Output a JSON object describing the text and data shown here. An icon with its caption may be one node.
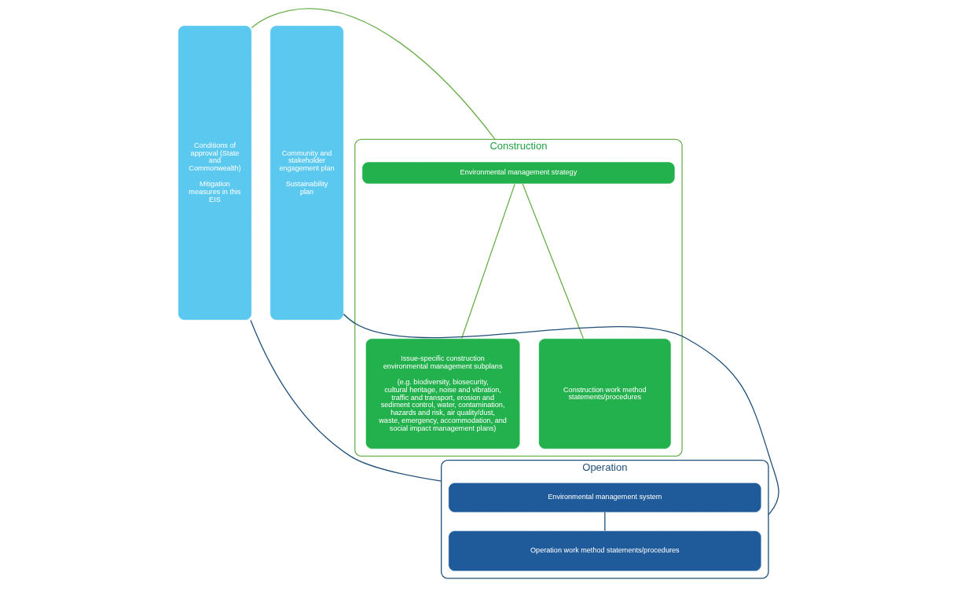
{
  "diagram": {
    "nodes": [
      {
        "text": [
          "Conditions of approval (State and Commonwealth)",
          "Mitigation measures in this EIS"
        ]
      },
      {
        "text": [
          "Construction"
        ]
      },
      {
        "text": [
          "Environmental management strategy"
        ],
        "in": 1
      },
      {
        "text": [
          "Issue-specific construction environmental management subplans",
          "(e.g. biodiversity, biosecurity, cultural heritage, noise and vibration, traffic and transport, erosion and sediment control, water, contamination, hazards and risk, air quality/dust, waste, emergency, accommodation, and social impact management plans)"
        ],
        "in": 1
      },
      {
        "text": [
          "Construction work method statements/procedures"
        ],
        "in": 1
      },
      {
        "text": [
          "Community and stakeholder engagement plan",
          "Sustainability plan"
        ]
      },
      {
        "text": [
          "Operation"
        ]
      },
      {
        "text": [
          "Environmental management system"
        ],
        "in": 6
      },
      {
        "text": [
          "Operation work method statements/procedures"
        ],
        "in": 6
      }
    ],
    "edges": [
      {
        "from": 0,
        "to": 1,
        "arrow": "none"
      },
      {
        "from": 1,
        "to": 5,
        "arrow": "none"
      },
      {
        "from": 2,
        "to": 3,
        "arrow": "none"
      },
      {
        "from": 2,
        "to": 4,
        "arrow": "none"
      },
      {
        "from": 0,
        "to": 6,
        "arrow": "none",
        "color": "#1f4e79"
      },
      {
        "from": 6,
        "to": 5,
        "arrow": "none",
        "color": "#1f4e79"
      },
      {
        "from": 7,
        "to": 8,
        "arrow": "none",
        "color": "#1f4e79"
      }
    ]
  }
}
